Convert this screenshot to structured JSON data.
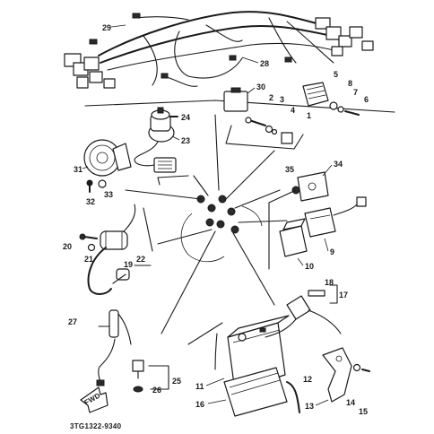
{
  "diagram": {
    "part_code": "3TG1322-9340",
    "fwd_label": "FWD",
    "callouts": [
      "1",
      "2",
      "3",
      "4",
      "5",
      "6",
      "7",
      "8",
      "9",
      "10",
      "11",
      "12",
      "13",
      "14",
      "15",
      "16",
      "17",
      "18",
      "19",
      "20",
      "21",
      "22",
      "23",
      "24",
      "25",
      "26",
      "27",
      "28",
      "29",
      "30",
      "31",
      "32",
      "33",
      "34",
      "35"
    ]
  }
}
